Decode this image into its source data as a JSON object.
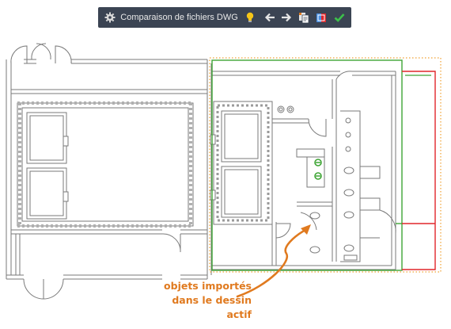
{
  "toolbar": {
    "title": "Comparaison de fichiers DWG",
    "buttons": [
      {
        "icon": "gear-icon",
        "label": "Paramètres"
      },
      {
        "icon": "lightbulb-icon",
        "label": "Astuce"
      },
      {
        "icon": "arrow-left-icon",
        "label": "Précédent"
      },
      {
        "icon": "arrow-right-icon",
        "label": "Suivant"
      },
      {
        "icon": "import-objects-icon",
        "label": "Importer des objets"
      },
      {
        "icon": "snapshot-icon",
        "label": "Capture"
      },
      {
        "icon": "check-icon",
        "label": "Terminer"
      }
    ]
  },
  "annotation": {
    "line1": "objets importés",
    "line2": "dans le dessin",
    "line3": "actif"
  },
  "colors": {
    "toolbar_bg": "#3b4453",
    "drawing_line": "#7a7a7a",
    "compare_green": "#3fa535",
    "compare_red": "#e0262a",
    "revision_orange": "#f0a030",
    "annotation_text": "#e07a1f",
    "check_green": "#3cc04a",
    "bulb_yellow": "#f5c518"
  }
}
